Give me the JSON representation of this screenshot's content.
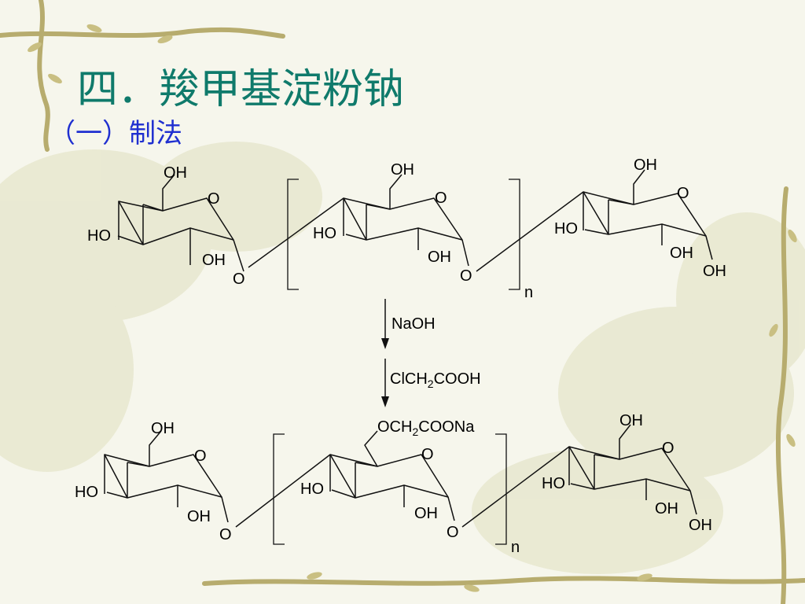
{
  "slide": {
    "title": "四．羧甲基淀粉钠",
    "subtitle": "（一）制法"
  },
  "scheme": {
    "reagent_base": "NaOH",
    "reagent_acid": {
      "pre": "ClCH",
      "sub": "2",
      "post": "COOH"
    },
    "ring_oxygen": "O",
    "link_oxygen": "O",
    "hydroxyl": "OH",
    "hydroxyl_left": "HO",
    "repeat_subscript": "n",
    "carboxymethyl": {
      "pre": "OCH",
      "sub": "2",
      "post": "COONa"
    }
  },
  "colors": {
    "title": "#0f7a6b",
    "subtitle": "#1f2fd0",
    "background": "#f6f6ec",
    "vine": "#b7ac6e",
    "leaf": "#e6e6cc"
  }
}
